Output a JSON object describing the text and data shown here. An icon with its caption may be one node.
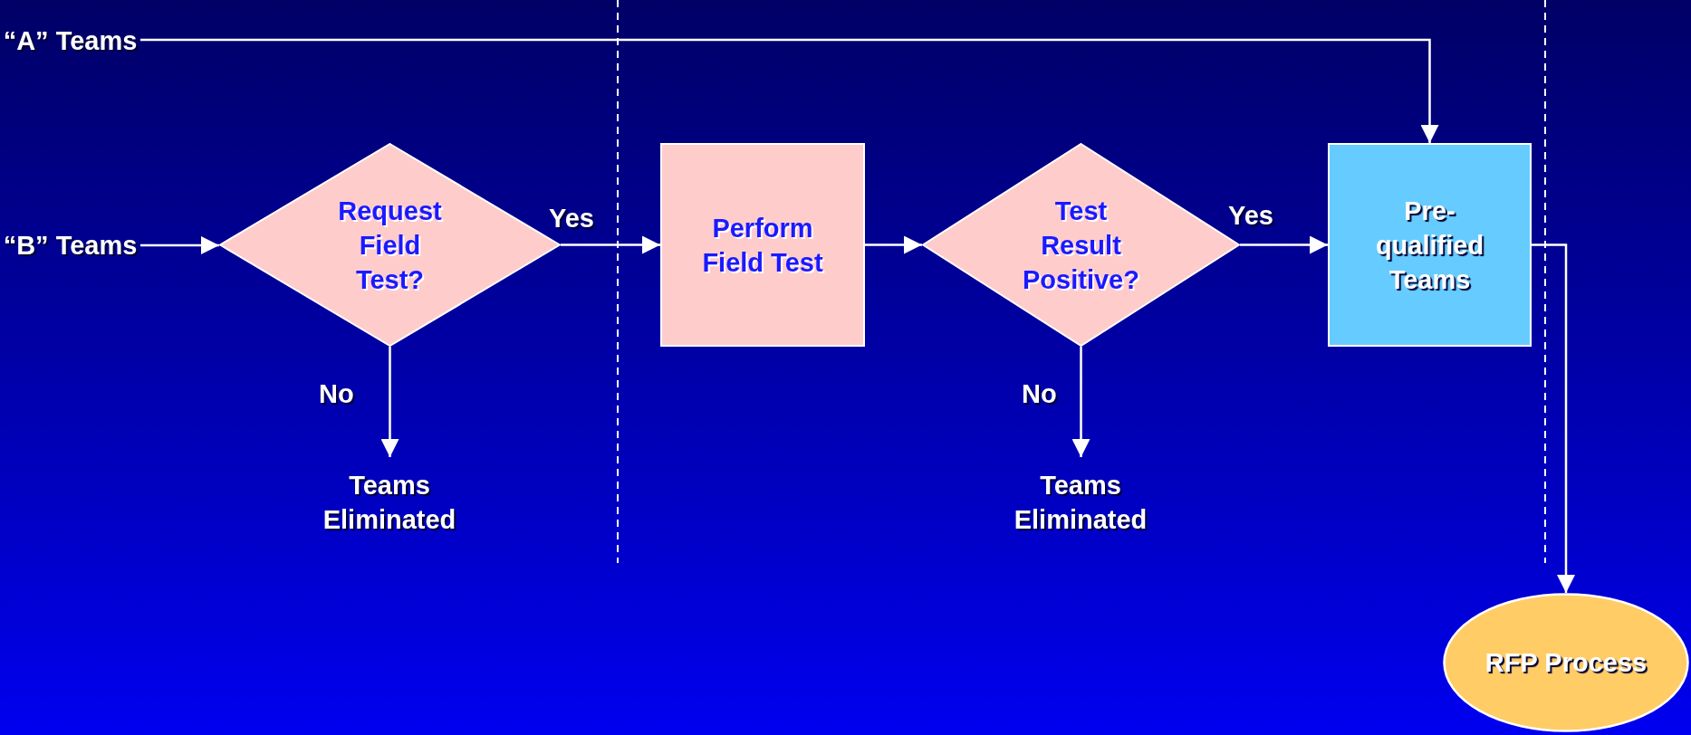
{
  "diagram": {
    "nodes": [
      {
        "text": [
          "“A” Teams"
        ]
      },
      {
        "text": [
          "“B” Teams"
        ]
      },
      {
        "text": [
          "Request Field Test?"
        ]
      },
      {
        "text": [
          "Perform Field Test"
        ]
      },
      {
        "text": [
          "Test Result Positive?"
        ]
      },
      {
        "text": [
          "Pre-qualified Teams"
        ]
      },
      {
        "text": [
          "Teams Eliminated"
        ]
      },
      {
        "text": [
          "Teams Eliminated"
        ]
      },
      {
        "text": [
          "RFP Process"
        ]
      }
    ],
    "edges": [
      {
        "from": 0,
        "to": 5,
        "arrow": "to"
      },
      {
        "from": 1,
        "to": 2,
        "arrow": "to"
      },
      {
        "from": 2,
        "to": 3,
        "arrow": "to",
        "label": "Yes"
      },
      {
        "from": 3,
        "to": 4,
        "arrow": "to"
      },
      {
        "from": 4,
        "to": 5,
        "arrow": "to",
        "label": "Yes"
      },
      {
        "from": 2,
        "to": 6,
        "arrow": "to",
        "label": "No"
      },
      {
        "from": 4,
        "to": 7,
        "arrow": "to",
        "label": "No"
      },
      {
        "from": 5,
        "to": 8,
        "arrow": "to"
      }
    ]
  }
}
